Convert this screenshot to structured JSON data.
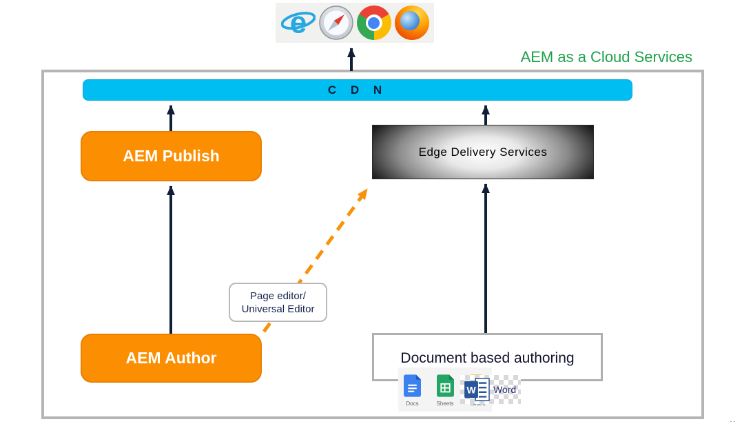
{
  "header": {
    "title": "AEM as a Cloud Services"
  },
  "browsers": {
    "icons": [
      "internet-explorer",
      "safari",
      "chrome",
      "firefox"
    ]
  },
  "nodes": {
    "cdn": "C D N",
    "aem_publish": "AEM Publish",
    "edge_delivery": "Edge Delivery Services",
    "aem_author": "AEM Author",
    "page_editor_line1": "Page editor/",
    "page_editor_line2": "Universal Editor",
    "document_authoring": "Document based authoring"
  },
  "doc_tools": {
    "docs": "Docs",
    "sheets": "Sheets",
    "slides": "Slides",
    "word": "Word"
  },
  "arrows": [
    {
      "name": "cdn-to-browsers",
      "style": "solid",
      "color": "#101e38"
    },
    {
      "name": "aem-publish-to-cdn",
      "style": "solid",
      "color": "#101e38"
    },
    {
      "name": "edge-delivery-to-cdn",
      "style": "solid",
      "color": "#101e38"
    },
    {
      "name": "aem-author-to-aem-publish",
      "style": "solid",
      "color": "#101e38"
    },
    {
      "name": "document-authoring-to-edge-delivery",
      "style": "solid",
      "color": "#101e38"
    },
    {
      "name": "aem-author-to-edge-delivery",
      "style": "dashed",
      "color": "#f8920a"
    }
  ],
  "colors": {
    "orange": "#fc8e01",
    "cdn_blue": "#00bdf2",
    "arrow_navy": "#101e38",
    "title_green": "#1fa24a",
    "border_gray": "#b5b5b5"
  },
  "footer": {
    "dots": ".."
  }
}
